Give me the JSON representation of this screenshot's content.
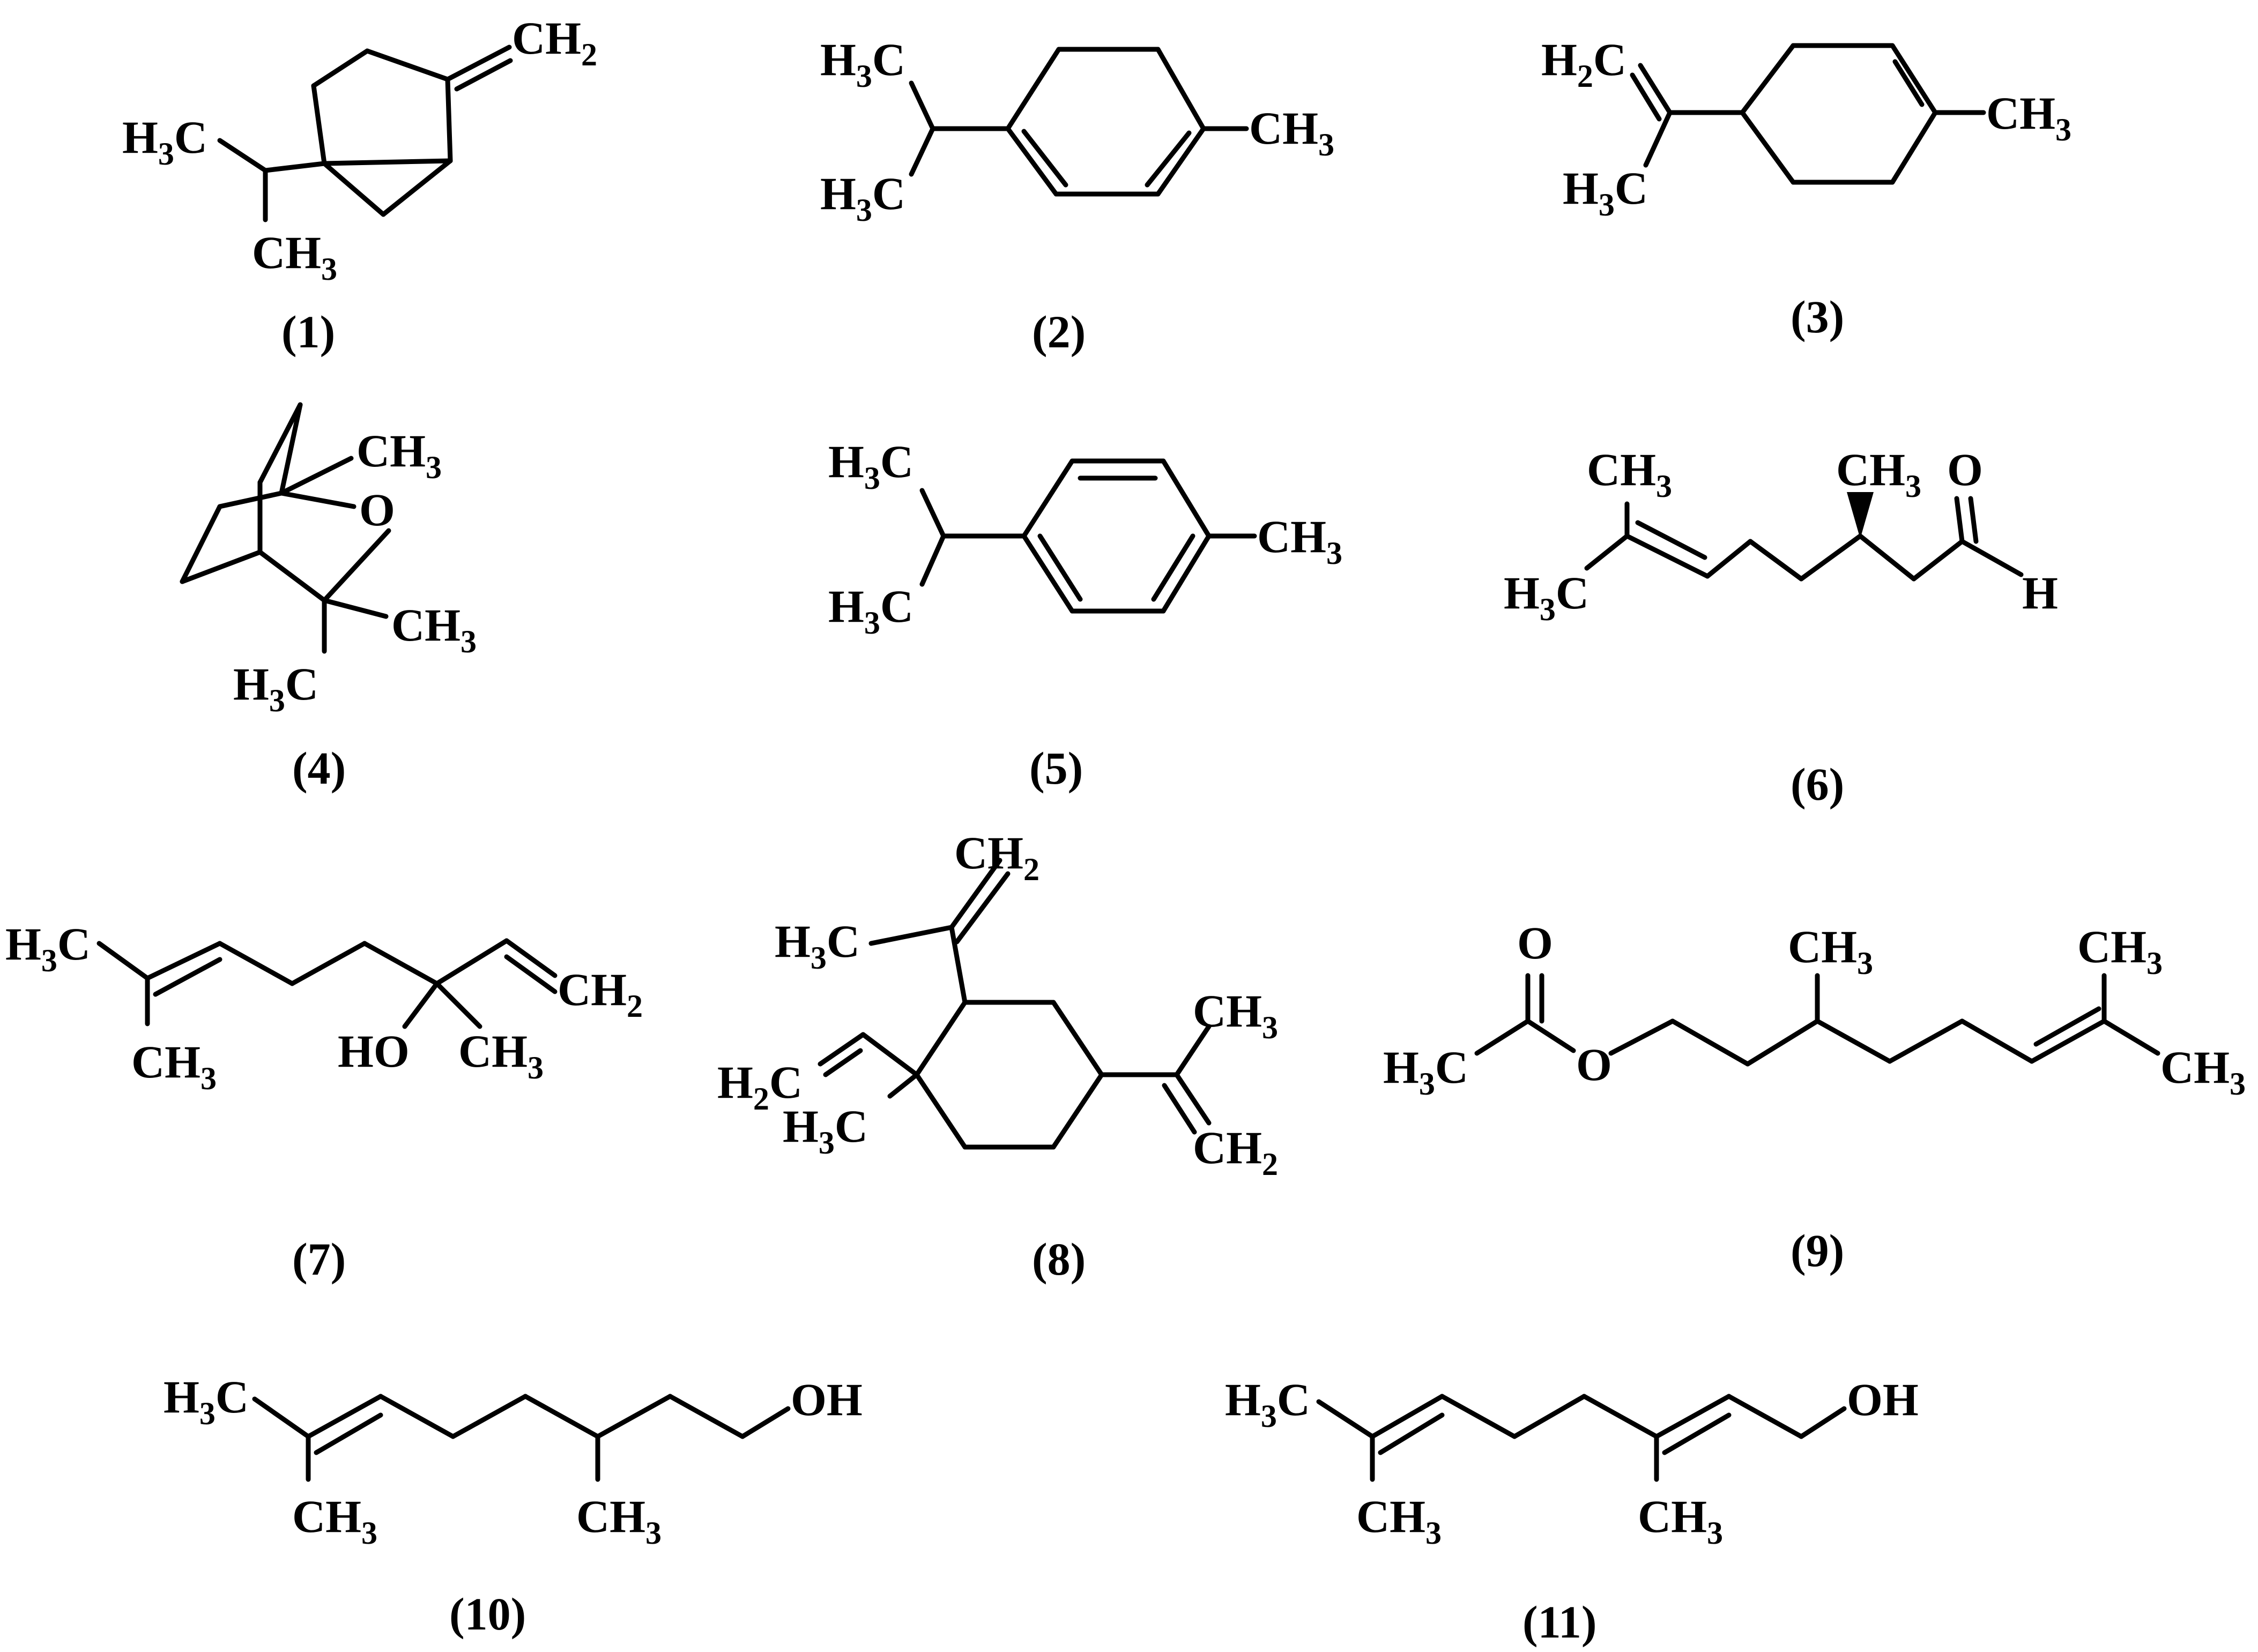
{
  "figure": {
    "molecules": [
      {
        "label": "(1)",
        "atoms": [
          [
            "H",
            "3",
            "C"
          ],
          [
            "CH",
            "3",
            ""
          ],
          [
            "CH",
            "2",
            ""
          ]
        ]
      },
      {
        "label": "(2)",
        "atoms": [
          [
            "H",
            "3",
            "C"
          ],
          [
            "H",
            "3",
            "C"
          ],
          [
            "CH",
            "3",
            ""
          ]
        ]
      },
      {
        "label": "(3)",
        "atoms": [
          [
            "H",
            "2",
            "C"
          ],
          [
            "H",
            "3",
            "C"
          ],
          [
            "CH",
            "3",
            ""
          ]
        ]
      },
      {
        "label": "(4)",
        "atoms": [
          [
            "CH",
            "3",
            ""
          ],
          [
            "O",
            "",
            ""
          ],
          [
            "CH",
            "3",
            ""
          ],
          [
            "H",
            "3",
            "C"
          ]
        ]
      },
      {
        "label": "(5)",
        "atoms": [
          [
            "H",
            "3",
            "C"
          ],
          [
            "H",
            "3",
            "C"
          ],
          [
            "CH",
            "3",
            ""
          ]
        ]
      },
      {
        "label": "(6)",
        "atoms": [
          [
            "CH",
            "3",
            ""
          ],
          [
            "H",
            "3",
            "C"
          ],
          [
            "CH",
            "3",
            ""
          ],
          [
            "O",
            "",
            ""
          ],
          [
            "H",
            "",
            ""
          ]
        ]
      },
      {
        "label": "(7)",
        "atoms": [
          [
            "H",
            "3",
            "C"
          ],
          [
            "CH",
            "3",
            ""
          ],
          [
            "HO",
            "",
            ""
          ],
          [
            "CH",
            "3",
            ""
          ],
          [
            "CH",
            "2",
            ""
          ]
        ]
      },
      {
        "label": "(8)",
        "atoms": [
          [
            "CH",
            "2",
            ""
          ],
          [
            "H",
            "3",
            "C"
          ],
          [
            "H",
            "2",
            "C"
          ],
          [
            "H",
            "3",
            "C"
          ],
          [
            "CH",
            "3",
            ""
          ],
          [
            "CH",
            "2",
            ""
          ]
        ]
      },
      {
        "label": "(9)",
        "atoms": [
          [
            "O",
            "",
            ""
          ],
          [
            "H",
            "3",
            "C"
          ],
          [
            "O",
            "",
            ""
          ],
          [
            "CH",
            "3",
            ""
          ],
          [
            "CH",
            "3",
            ""
          ],
          [
            "CH",
            "3",
            ""
          ]
        ]
      },
      {
        "label": "(10)",
        "atoms": [
          [
            "H",
            "3",
            "C"
          ],
          [
            "CH",
            "3",
            ""
          ],
          [
            "CH",
            "3",
            ""
          ],
          [
            "OH",
            "",
            ""
          ]
        ]
      },
      {
        "label": "(11)",
        "atoms": [
          [
            "H",
            "3",
            "C"
          ],
          [
            "CH",
            "3",
            ""
          ],
          [
            "CH",
            "3",
            ""
          ],
          [
            "OH",
            "",
            ""
          ]
        ]
      }
    ]
  }
}
